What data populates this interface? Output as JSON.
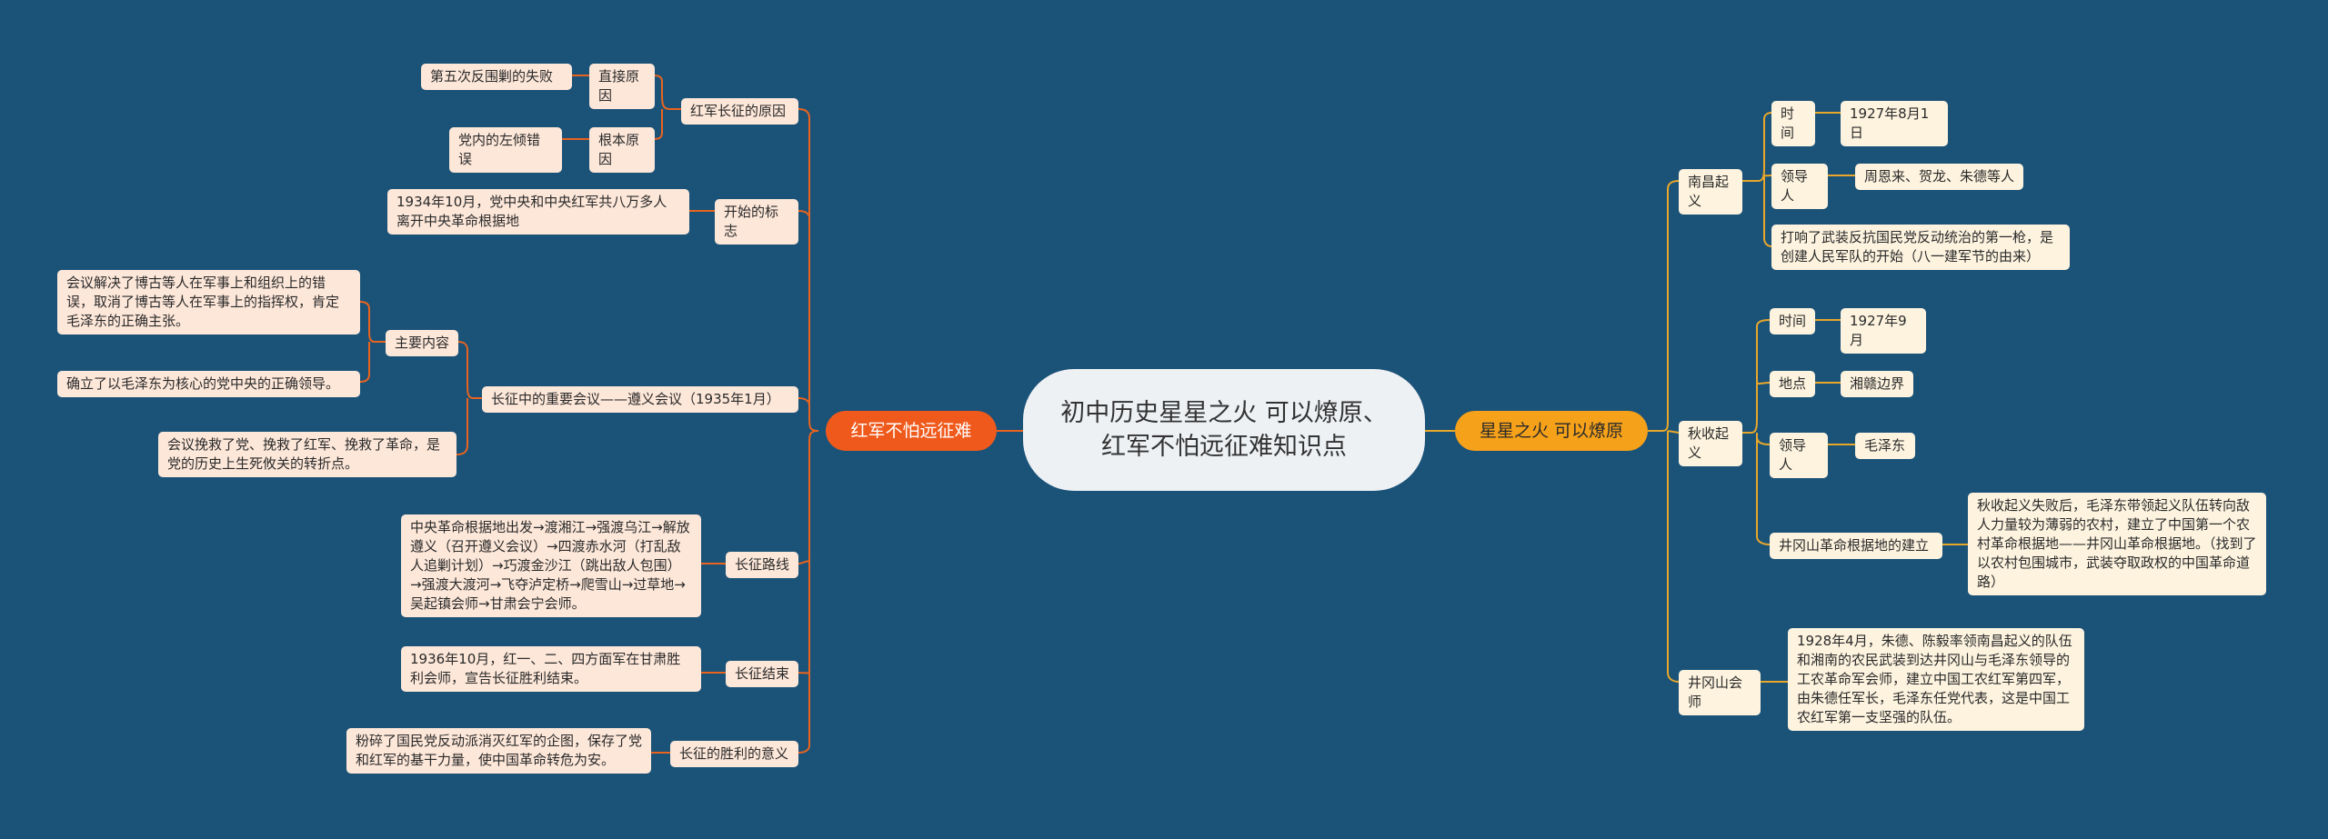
{
  "colors": {
    "background": "#1b5278",
    "left_branch": "#e8641f",
    "right_branch": "#e9a72a",
    "left_node": "#fde7d9",
    "right_node": "#fdf3df",
    "center": "#eef1f4"
  },
  "center": {
    "title": "初中历史星星之火 可以燎原、红军不怕远征难知识点"
  },
  "left": {
    "title": "红军不怕远征难",
    "reason": {
      "label": "红军长征的原因",
      "direct": "直接原因",
      "direct_detail": "第五次反围剿的失败",
      "root": "根本原因",
      "root_detail": "党内的左倾错误"
    },
    "start": {
      "label": "开始的标志",
      "detail": "1934年10月，党中央和中央红军共八万多人离开中央革命根据地"
    },
    "meeting": {
      "label": "长征中的重要会议——遵义会议（1935年1月）",
      "content": "主要内容",
      "content1": "会议解决了博古等人在军事上和组织上的错误，取消了博古等人在军事上的指挥权，肯定毛泽东的正确主张。",
      "content2": "确立了以毛泽东为核心的党中央的正确领导。",
      "significance": "会议挽救了党、挽救了红军、挽救了革命，是党的历史上生死攸关的转折点。"
    },
    "route": {
      "label": "长征路线",
      "detail": "中央革命根据地出发→渡湘江→强渡乌江→解放遵义（召开遵义会议）→四渡赤水河（打乱敌人追剿计划）→巧渡金沙江（跳出敌人包围）→强渡大渡河→飞夺泸定桥→爬雪山→过草地→吴起镇会师→甘肃会宁会师。"
    },
    "end": {
      "label": "长征结束",
      "detail": "1936年10月，红一、二、四方面军在甘肃胜利会师，宣告长征胜利结束。"
    },
    "meaning": {
      "label": "长征的胜利的意义",
      "detail": "粉碎了国民党反动派消灭红军的企图，保存了党和红军的基干力量，使中国革命转危为安。"
    }
  },
  "right": {
    "title": "星星之火 可以燎原",
    "nanchang": {
      "label": "南昌起义",
      "time_label": "时间",
      "time": "1927年8月1日",
      "leader_label": "领导人",
      "leaders": "周恩来、贺龙、朱德等人",
      "detail": "打响了武装反抗国民党反动统治的第一枪，是创建人民军队的开始（八一建军节的由来）"
    },
    "autumn": {
      "label": "秋收起义",
      "time_label": "时间",
      "time": "1927年9月",
      "place_label": "地点",
      "place": "湘赣边界",
      "leader_label": "领导人",
      "leader": "毛泽东",
      "base_label": "井冈山革命根据地的建立",
      "base_detail": "秋收起义失败后，毛泽东带领起义队伍转向敌人力量较为薄弱的农村，建立了中国第一个农村革命根据地——井冈山革命根据地。（找到了以农村包围城市，武装夺取政权的中国革命道路）"
    },
    "jinggang": {
      "label": "井冈山会师",
      "detail": "1928年4月，朱德、陈毅率领南昌起义的队伍和湘南的农民武装到达井冈山与毛泽东领导的工农革命军会师，建立中国工农红军第四军，由朱德任军长，毛泽东任党代表，这是中国工农红军第一支坚强的队伍。"
    }
  }
}
